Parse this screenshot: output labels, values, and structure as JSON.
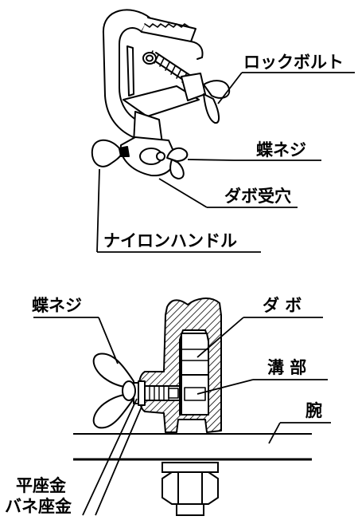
{
  "diagram": {
    "upper_labels": {
      "lock_bolt": "ロックボルト",
      "wing_screw": "蝶ネジ",
      "dowel_hole": "ダボ受穴",
      "nylon_handle": "ナイロンハンドル"
    },
    "lower_labels": {
      "wing_screw": "蝶ネジ",
      "dowel": "ダ ボ",
      "groove": "溝 部",
      "arm": "腕",
      "flat_washer": "平座金",
      "spring_washer": "バネ座金"
    }
  }
}
